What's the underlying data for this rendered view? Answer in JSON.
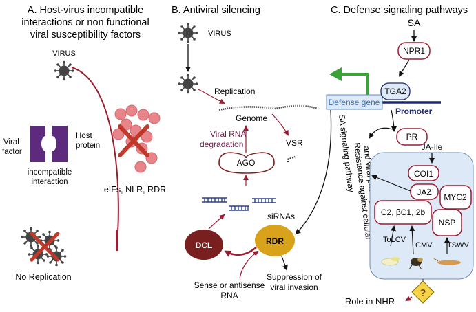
{
  "panel_a": {
    "title_line1": "A. Host-virus incompatible",
    "title_line2": "interactions or non functional",
    "title_line3": "viral susceptibility factors",
    "virus_label": "VIRUS",
    "viral_factor_line1": "Viral",
    "viral_factor_line2": "factor",
    "host_protein_line1": "Host",
    "host_protein_line2": "protein",
    "incompatible_line1": "incompatible",
    "incompatible_line2": "interaction",
    "eifs_label": "eIFs, NLR, RDR",
    "no_replication_label": "No Replication"
  },
  "panel_b": {
    "title": "B. Antiviral silencing",
    "virus_label": "VIRUS",
    "replication_label": "Replication",
    "genome_label": "Genome",
    "viral_rna_line1": "Viral RNA",
    "viral_rna_line2": "degradation",
    "vsr_label": "VSR",
    "ago_label": "AGO",
    "sirnas_label": "siRNAs",
    "dcl_label": "DCL",
    "rdr_label": "RDR",
    "sense_line1": "Sense or antisense",
    "sense_line2": "RNA",
    "suppression_line1": "Suppression of",
    "suppression_line2": "viral invasion"
  },
  "panel_c": {
    "title": "C. Defense signaling pathways",
    "sa_label": "SA",
    "npr1_label": "NPR1",
    "tga2_label": "TGA2",
    "defense_gene_label": "Defense gene",
    "promoter_label": "Promoter",
    "pr_label": "PR",
    "sa_pathway_label": "SA signaling pathway",
    "resistance_line1": "Resistance against cellular",
    "resistance_line2": "and viral pathogens",
    "ja_label": "JA-Ile",
    "coi1_label": "COI1",
    "jaz_label": "JAZ",
    "myc2_label": "MYC2",
    "c2_label": "C2, βC1, 2b",
    "nsp_label": "NSP",
    "toLCV_label": "ToLCV",
    "cmv_label": "CMV",
    "tswv_label": "TSWV",
    "question_label": "?",
    "nhr_label": "Role in NHR"
  },
  "colors": {
    "crimson": "#9b1b30",
    "dark_red": "#7a1f1f",
    "purple": "#5e2a7e",
    "salmon": "#e8858a",
    "green": "#3aa43a",
    "light_blue": "#dde9f6",
    "navy": "#1f2a6b",
    "gold": "#d9a21b",
    "yellow": "#f5d547"
  },
  "icons": [
    "virus-icon",
    "protein-puzzle-icon",
    "protein-chain-icon",
    "cross-icon",
    "dna-icon",
    "question-diamond-icon",
    "whitefly-icon",
    "aphid-icon",
    "thrips-icon"
  ]
}
